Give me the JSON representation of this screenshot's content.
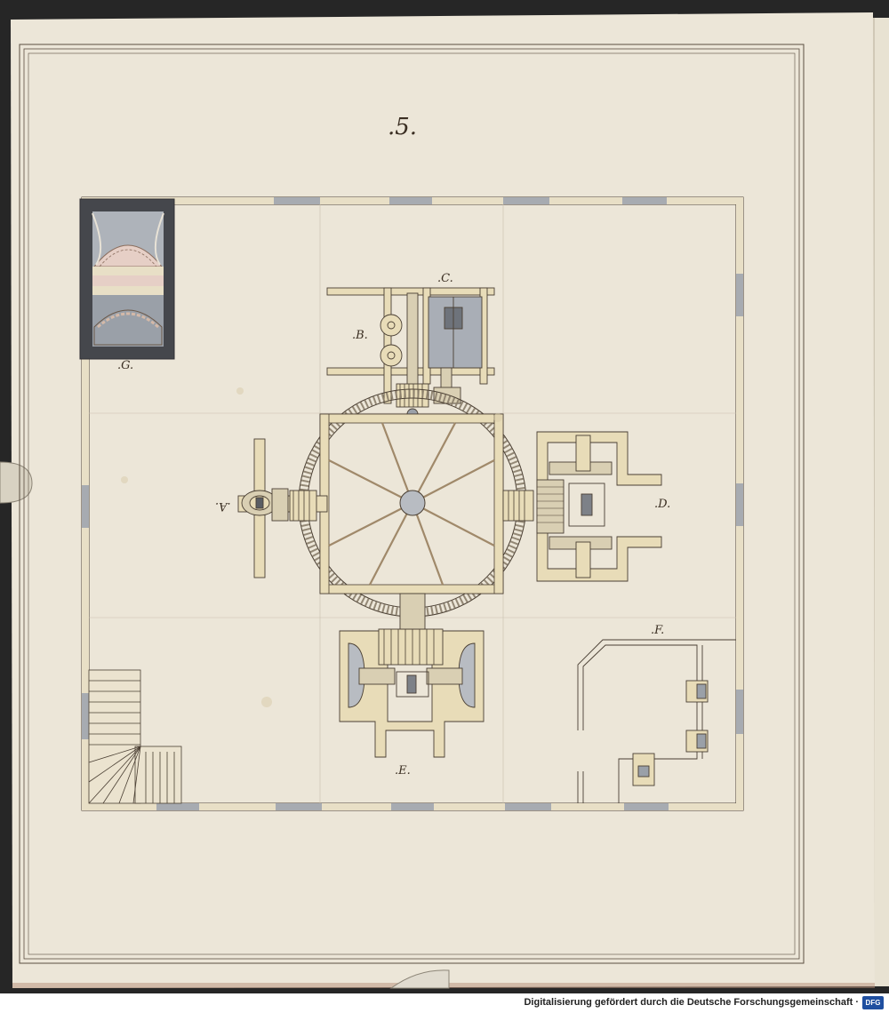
{
  "plate": {
    "number": ".5."
  },
  "labels": {
    "a": ".A.",
    "b": ".B.",
    "c": ".C.",
    "d": ".D.",
    "e": ".E.",
    "f": ".F.",
    "g": ".G."
  },
  "footer": {
    "text": "Digitalisierung gefördert durch die Deutsche Forschungsgemeinschaft ·",
    "logo": "DFG"
  },
  "colors": {
    "paper": "#ece6d8",
    "ink": "#3a2e22",
    "wash_wood": "#e8dcb8",
    "wash_gray": "#9fa4ab",
    "wash_dark": "#45474c",
    "wash_pink": "#e6cfc6"
  }
}
